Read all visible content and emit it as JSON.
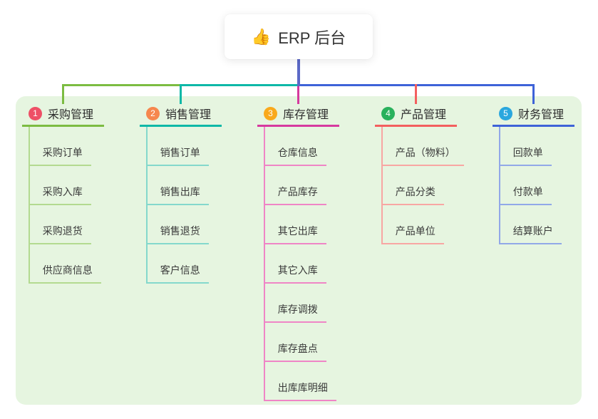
{
  "root": {
    "emoji": "👍",
    "label": "ERP 后台"
  },
  "branches": [
    {
      "num": "1",
      "label": "采购管理",
      "badge_color": "#ee5066",
      "line_color": "#7cbc42",
      "light_color": "#b3da90",
      "children": [
        "采购订单",
        "采购入库",
        "采购退货",
        "供应商信息"
      ]
    },
    {
      "num": "2",
      "label": "销售管理",
      "badge_color": "#f6874e",
      "line_color": "#0eb8a7",
      "light_color": "#84d8cc",
      "children": [
        "销售订单",
        "销售出库",
        "销售退货",
        "客户信息"
      ]
    },
    {
      "num": "3",
      "label": "库存管理",
      "badge_color": "#f9a91c",
      "line_color": "#d63a9f",
      "light_color": "#ef85c6",
      "children": [
        "仓库信息",
        "产品库存",
        "其它出库",
        "其它入库",
        "库存调拨",
        "库存盘点",
        "出库库明细"
      ]
    },
    {
      "num": "4",
      "label": "产品管理",
      "badge_color": "#29b15c",
      "line_color": "#f35f5f",
      "light_color": "#f8a6a3",
      "children": [
        "产品（物料）",
        "产品分类",
        "产品单位"
      ]
    },
    {
      "num": "5",
      "label": "财务管理",
      "badge_color": "#2aa7de",
      "line_color": "#3e63d8",
      "light_color": "#91a8e8",
      "children": [
        "回款单",
        "付款单",
        "结算账户"
      ]
    }
  ],
  "colors": {
    "panel_bg": "#e6f5e0",
    "root_vertical": "#5b69c7"
  }
}
